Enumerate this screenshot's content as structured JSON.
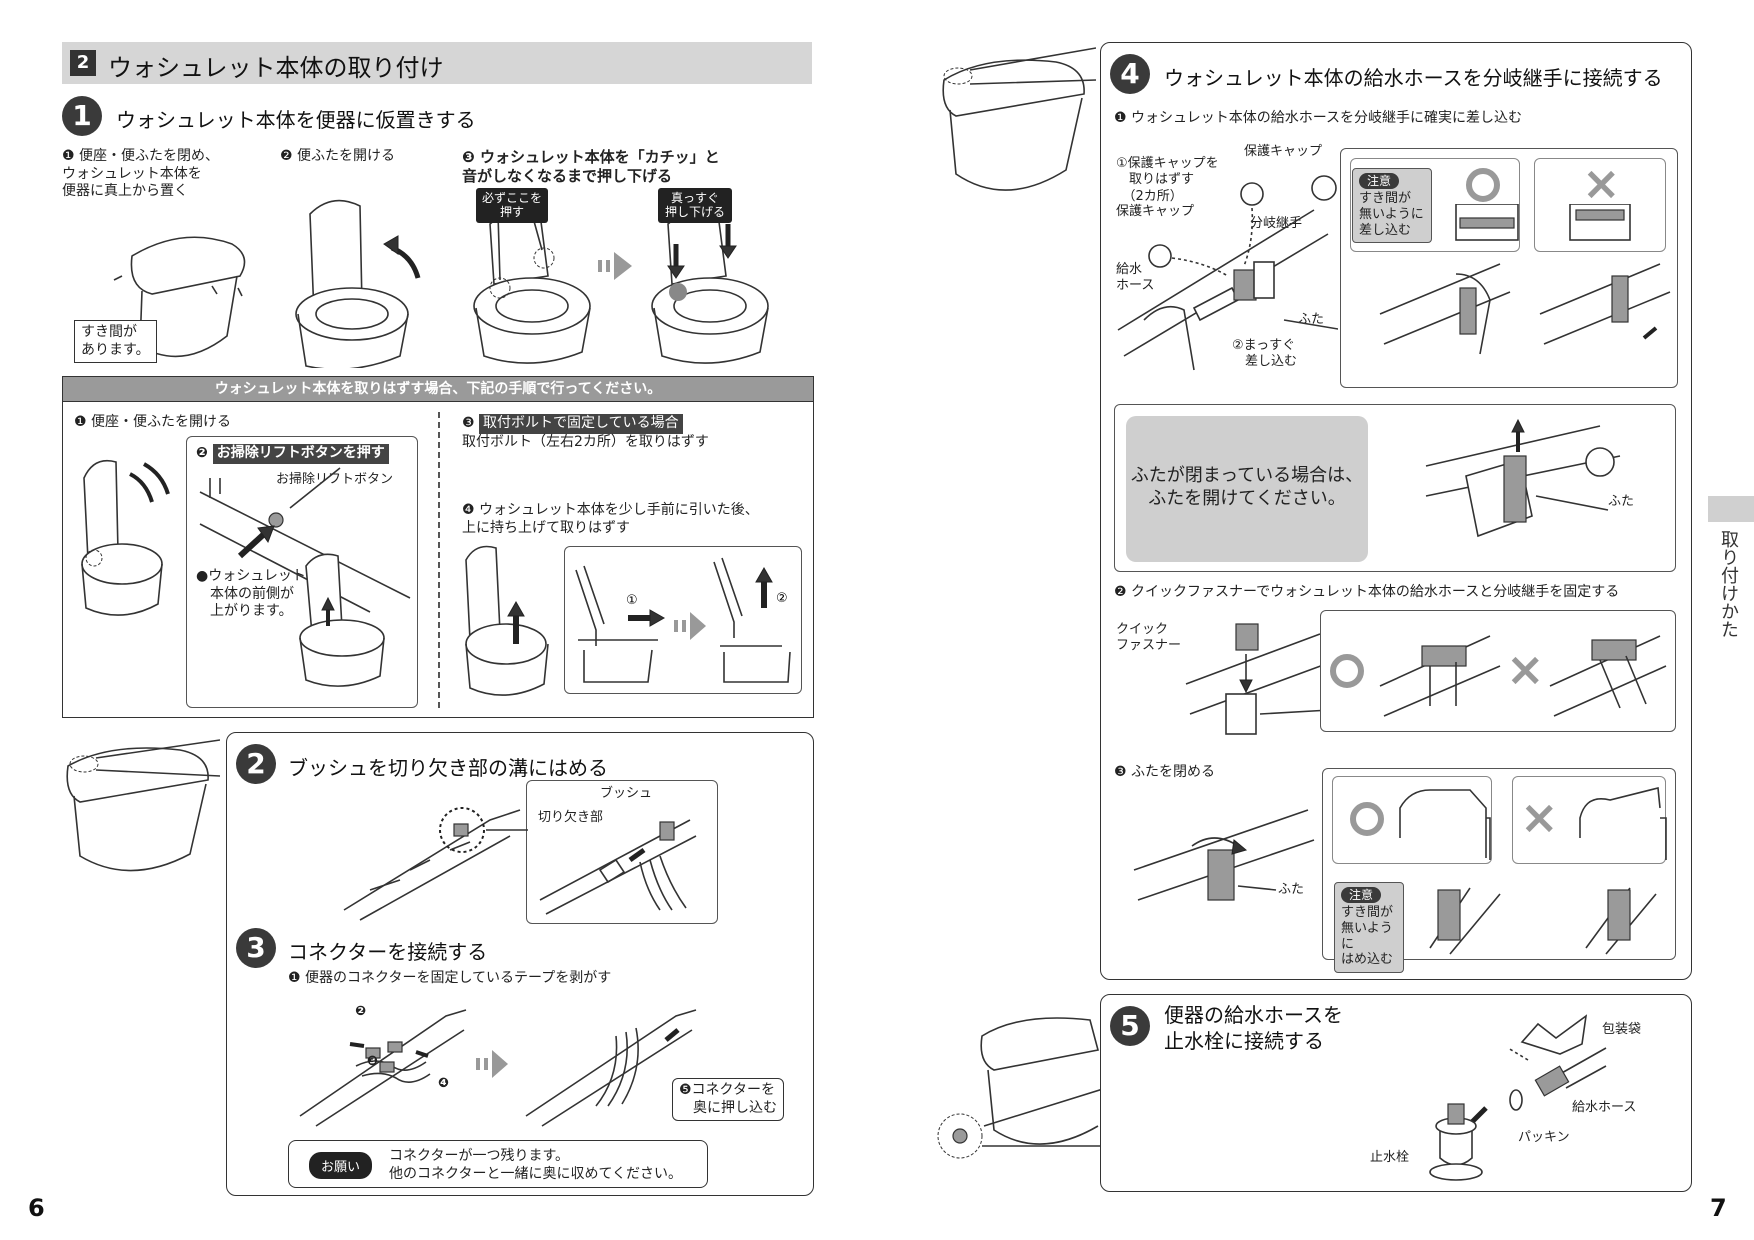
{
  "section": {
    "badge": "2",
    "title": "ウォシュレット本体の取り付け"
  },
  "step1": {
    "num": "1",
    "title": "ウォシュレット本体を便器に仮置きする",
    "sub1_num": "❶",
    "sub1": "便座・便ふたを閉め、\nウォシュレット本体を\n便器に真上から置く",
    "gap_label": "すき間が\nあります。",
    "sub2_num": "❷",
    "sub2": "便ふたを開ける",
    "sub3_num": "❸",
    "sub3": "ウォシュレット本体を「カチッ」と\n音がしなくなるまで押し下げる",
    "tag_push": "必ずここを\n押す",
    "tag_straight": "真っすぐ\n押し下げる"
  },
  "remove": {
    "header": "ウォシュレット本体を取りはずす場合、下記の手順で行ってください。",
    "r1_num": "❶",
    "r1": "便座・便ふたを開ける",
    "r2_num": "❷",
    "r2": "お掃除リフトボタンを押す",
    "lift_label": "お掃除リフトボタン",
    "lift_note": "●ウォシュレット\n　本体の前側が\n　上がります。",
    "r3_num": "❸",
    "r3_title": "取付ボルトで固定している場合",
    "r3": "取付ボルト（左右2カ所）を取りはずす",
    "r4_num": "❹",
    "r4": "ウォシュレット本体を少し手前に引いた後、\n上に持ち上げて取りはずす",
    "arrow1": "①",
    "arrow2": "②"
  },
  "step2": {
    "num": "2",
    "title": "ブッシュを切り欠き部の溝にはめる",
    "label_bush": "ブッシュ",
    "label_notch": "切り欠き部"
  },
  "step3": {
    "num": "3",
    "title": "コネクターを接続する",
    "sub1_num": "❶",
    "sub1": "便器のコネクターを固定しているテープを剥がす",
    "c2": "❷",
    "c3": "❸",
    "c4": "❹",
    "c5": "❺コネクターを\n　奥に押し込む",
    "onegai_tag": "お願い",
    "onegai_msg": "コネクターが一つ残ります。\n他のコネクターと一緒に奥に収めてください。"
  },
  "step4": {
    "num": "4",
    "title": "ウォシュレット本体の給水ホースを分岐継手に接続する",
    "sub1_num": "❶",
    "sub1": "ウォシュレット本体の給水ホースを分岐継手に確実に差し込む",
    "cap_remove": "①保護キャップを\n　取りはずす\n　（2カ所）",
    "cap1": "保護キャップ",
    "cap2": "保護キャップ",
    "branch": "分岐継手",
    "hose": "給水\nホース",
    "lid": "ふた",
    "insert": "②まっすぐ\n　差し込む",
    "notice_tag": "注意",
    "notice1": "すき間が\n無いように\n差し込む",
    "closed_msg": "ふたが閉まっている場合は、\nふたを開けてください。",
    "lid2": "ふた",
    "sub2_num": "❷",
    "sub2": "クイックファスナーでウォシュレット本体の給水ホースと分岐継手を固定する",
    "quick": "クイック\nファスナー",
    "sub3_num": "❸",
    "sub3": "ふたを閉める",
    "lid3": "ふた",
    "notice2": "すき間が\n無いように\nはめ込む"
  },
  "step5": {
    "num": "5",
    "title": "便器の給水ホースを\n止水栓に接続する",
    "bag": "包装袋",
    "supply_hose": "給水ホース",
    "packing": "パッキン",
    "stopcock": "止水栓"
  },
  "sidebar": {
    "label": "取り付けかた"
  },
  "pages": {
    "left": "6",
    "right": "7"
  }
}
